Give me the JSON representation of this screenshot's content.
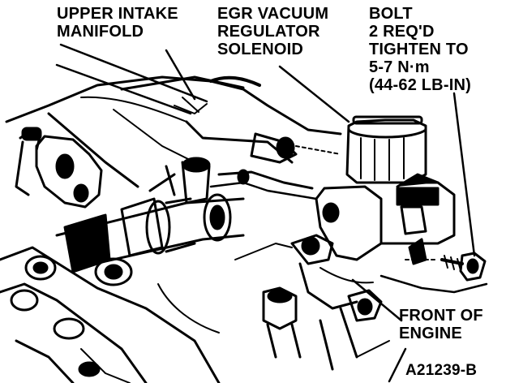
{
  "labels": {
    "upper_intake": [
      "UPPER INTAKE",
      "MANIFOLD"
    ],
    "egr": [
      "EGR VACUUM",
      "REGULATOR",
      "SOLENOID"
    ],
    "bolt": [
      "BOLT",
      "2 REQ'D",
      "TIGHTEN TO",
      "5-7 N·m",
      "(44-62 LB-IN)"
    ],
    "front": [
      "FRONT OF",
      "ENGINE"
    ],
    "figure_id": "A21239-B"
  },
  "colors": {
    "ink": "#000000",
    "paper": "#ffffff"
  }
}
